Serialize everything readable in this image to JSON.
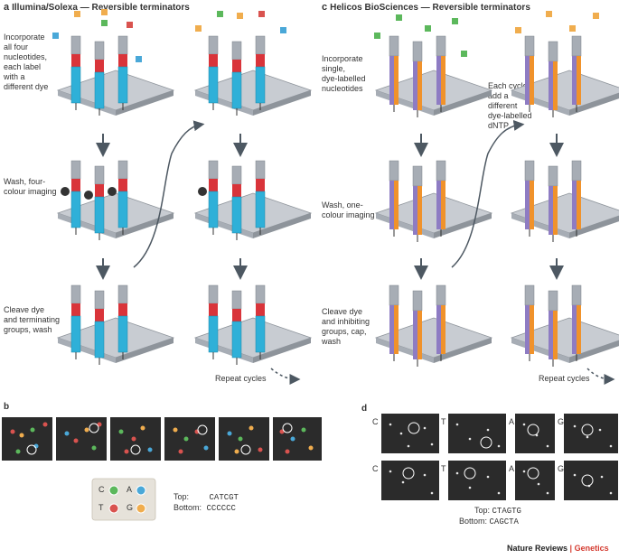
{
  "panel_a": {
    "letter": "a",
    "title": "Illumina/Solexa — Reversible terminators",
    "step1": [
      "Incorporate",
      "all four",
      "nucleotides,",
      "each label",
      "with a",
      "different dye"
    ],
    "step2": [
      "Wash, four-",
      "colour imaging"
    ],
    "step3": [
      "Cleave dye",
      "and terminating",
      "groups, wash"
    ],
    "repeat": "Repeat cycles"
  },
  "panel_b": {
    "letter": "b",
    "legend": [
      {
        "base": "C",
        "color": "#5cb85c"
      },
      {
        "base": "A",
        "color": "#4aa8d8"
      },
      {
        "base": "T",
        "color": "#d9534f"
      },
      {
        "base": "G",
        "color": "#f0ad4e"
      }
    ],
    "top_label": "Top:",
    "top_seq": "CATCGT",
    "bottom_label": "Bottom:",
    "bottom_seq": "CCCCCC"
  },
  "panel_c": {
    "letter": "c",
    "title": "Helicos BioSciences — Reversible terminators",
    "step1": [
      "Incorporate",
      "single,",
      "dye-labelled",
      "nucleotides"
    ],
    "step2": [
      "Wash, one-",
      "colour imaging"
    ],
    "step3": [
      "Cleave dye",
      "and inhibiting",
      "groups, cap,",
      "wash"
    ],
    "cycle_note": [
      "Each cycle,",
      "add a",
      "different",
      "dye-labelled",
      "dNTP"
    ],
    "repeat": "Repeat cycles"
  },
  "panel_d": {
    "letter": "d",
    "row_labels": [
      "C",
      "T",
      "A",
      "G"
    ],
    "top_label": "Top:",
    "top_seq": "CTAGTG",
    "bottom_label": "Bottom:",
    "bottom_seq": "CAGCTA"
  },
  "footer": {
    "journal": "Nature Reviews",
    "separator": "|",
    "section": "Genetics"
  },
  "colors": {
    "illumina_strand": "#2fb0d8",
    "helicos_strand_a": "#8e7cc3",
    "helicos_strand_b": "#f0922b",
    "terminator_red": "#d9343a",
    "plate": "#c8ccd2",
    "gray_column": "#a7adb5",
    "arrow": "#4d5862",
    "image_bg": "#2b2b2b"
  }
}
